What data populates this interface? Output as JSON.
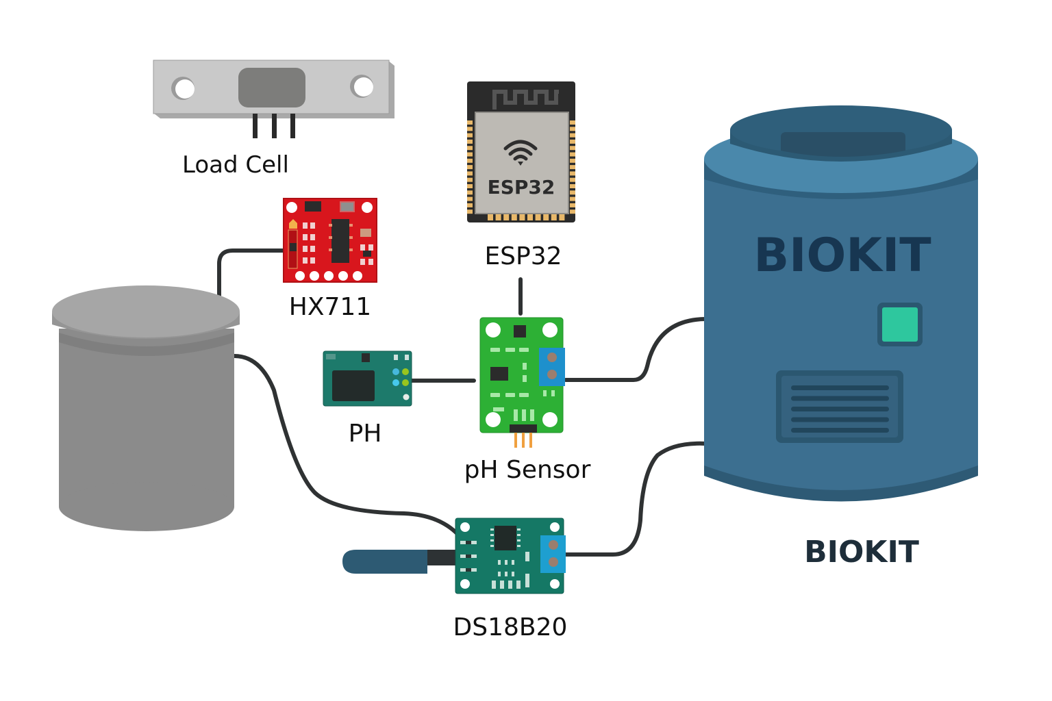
{
  "diagram": {
    "components": {
      "load_cell": {
        "label": "Load Cell"
      },
      "hx711": {
        "label": "HX711"
      },
      "esp32": {
        "label": "ESP32",
        "chip_text": "ESP32"
      },
      "ph_probe": {
        "label": "PH"
      },
      "ph_sensor": {
        "label": "pH Sensor"
      },
      "ds18b20": {
        "label": "DS18B20"
      },
      "biokit": {
        "label": "BIOKIT",
        "brand_text": "BIOKIT",
        "indicator_color": "#2ec79e"
      },
      "container": {
        "label": ""
      }
    },
    "connections": [
      {
        "from": "container",
        "to": "hx711"
      },
      {
        "from": "esp32",
        "to": "ph_sensor"
      },
      {
        "from": "ph_probe",
        "to": "ph_sensor"
      },
      {
        "from": "ph_sensor",
        "to": "biokit"
      },
      {
        "from": "container",
        "to": "ds18b20"
      },
      {
        "from": "ds18b20",
        "to": "biokit"
      }
    ],
    "colors": {
      "hx711_board": "#d8161d",
      "ph_sensor_board": "#2db035",
      "ph_probe_board": "#1d7a6b",
      "ds18b20_board": "#157865",
      "biokit_body": "#3c6f90",
      "container_body": "#8c8c8c",
      "cable": "#2f3233"
    }
  }
}
